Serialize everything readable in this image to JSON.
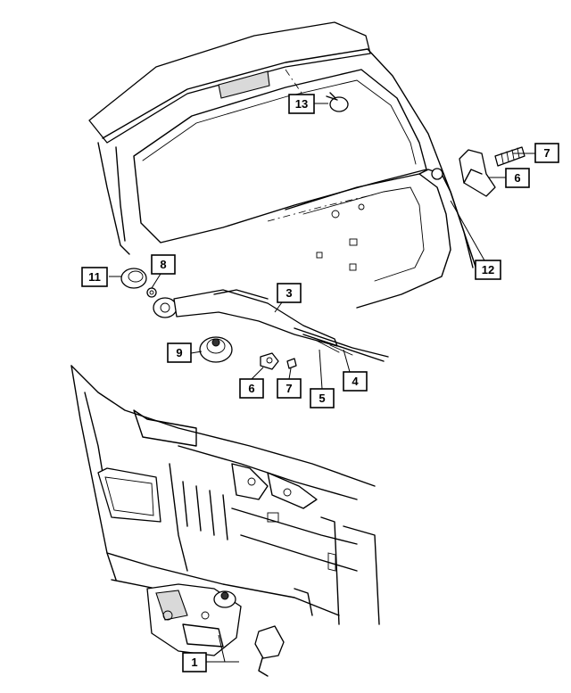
{
  "diagram": {
    "callouts": [
      {
        "id": "c13",
        "label": "13"
      },
      {
        "id": "c7a",
        "label": "7"
      },
      {
        "id": "c6a",
        "label": "6"
      },
      {
        "id": "c12",
        "label": "12"
      },
      {
        "id": "c11",
        "label": "11"
      },
      {
        "id": "c8",
        "label": "8"
      },
      {
        "id": "c3",
        "label": "3"
      },
      {
        "id": "c9",
        "label": "9"
      },
      {
        "id": "c6b",
        "label": "6"
      },
      {
        "id": "c7b",
        "label": "7"
      },
      {
        "id": "c5",
        "label": "5"
      },
      {
        "id": "c4",
        "label": "4"
      },
      {
        "id": "c1",
        "label": "1"
      }
    ]
  }
}
